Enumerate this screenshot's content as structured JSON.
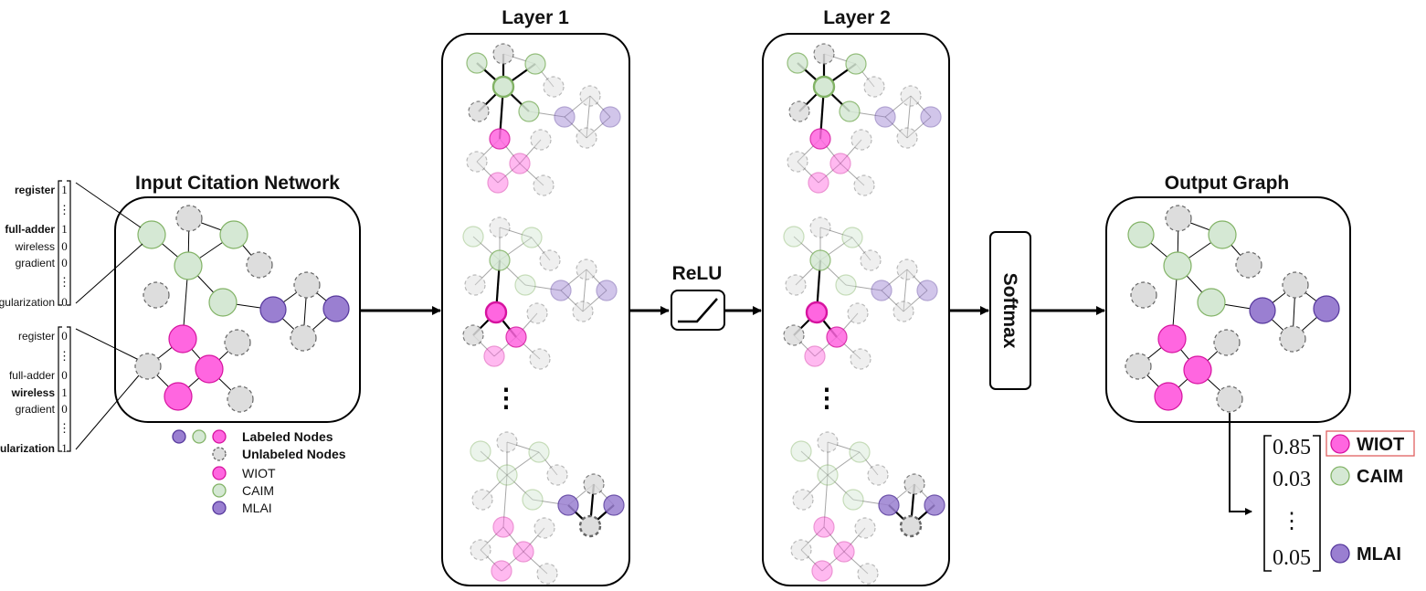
{
  "titles": {
    "input": "Input Citation Network",
    "layer1": "Layer 1",
    "layer2": "Layer 2",
    "output": "Output Graph"
  },
  "activation": "ReLU",
  "softmax": "Softmax",
  "feature_vectors": [
    {
      "rows": [
        {
          "term": "register",
          "value": "1",
          "bold": true
        },
        {
          "term": "",
          "value": "⋮",
          "bold": false
        },
        {
          "term": "full-adder",
          "value": "1",
          "bold": true
        },
        {
          "term": "wireless",
          "value": "0",
          "bold": false
        },
        {
          "term": "gradient",
          "value": "0",
          "bold": false
        },
        {
          "term": "",
          "value": "⋮",
          "bold": false
        },
        {
          "term": "regularization",
          "value": "0",
          "bold": false
        }
      ]
    },
    {
      "rows": [
        {
          "term": "register",
          "value": "0",
          "bold": false
        },
        {
          "term": "",
          "value": "⋮",
          "bold": false
        },
        {
          "term": "full-adder",
          "value": "0",
          "bold": false
        },
        {
          "term": "wireless",
          "value": "1",
          "bold": true
        },
        {
          "term": "gradient",
          "value": "0",
          "bold": false
        },
        {
          "term": "",
          "value": "⋮",
          "bold": false
        },
        {
          "term": "regularization",
          "value": "1",
          "bold": true
        }
      ]
    }
  ],
  "legend": {
    "labeled": "Labeled Nodes",
    "unlabeled": "Unlabeled Nodes",
    "classes": [
      "WIOT",
      "CAIM",
      "MLAI"
    ]
  },
  "output": {
    "values": [
      "0.85",
      "0.03",
      "⋮",
      "0.05"
    ],
    "classes": [
      "WIOT",
      "CAIM",
      "MLAI"
    ]
  },
  "colors": {
    "wiot": "#ff66e0",
    "wiot_stroke": "#d6139f",
    "caim": "#d5e8d4",
    "caim_stroke": "#82b366",
    "mlai": "#9a7fd1",
    "mlai_stroke": "#56389c",
    "unlabeled": "#dddddd",
    "unlabeled_stroke": "#666666",
    "highlight_box": "#e06060"
  },
  "vertical_ellipsis": "⋮"
}
